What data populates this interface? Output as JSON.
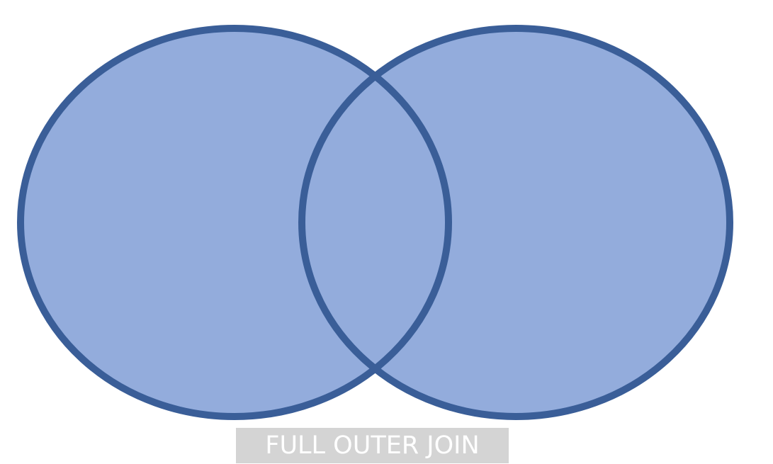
{
  "diagram": {
    "type": "venn",
    "sets": 2,
    "highlight": "union",
    "fill_color": "#93acdc",
    "stroke_color": "#3a5e98"
  },
  "caption": {
    "text": "FULL OUTER JOIN",
    "text_color": "#ffffff",
    "background_color": "#d4d4d4"
  }
}
